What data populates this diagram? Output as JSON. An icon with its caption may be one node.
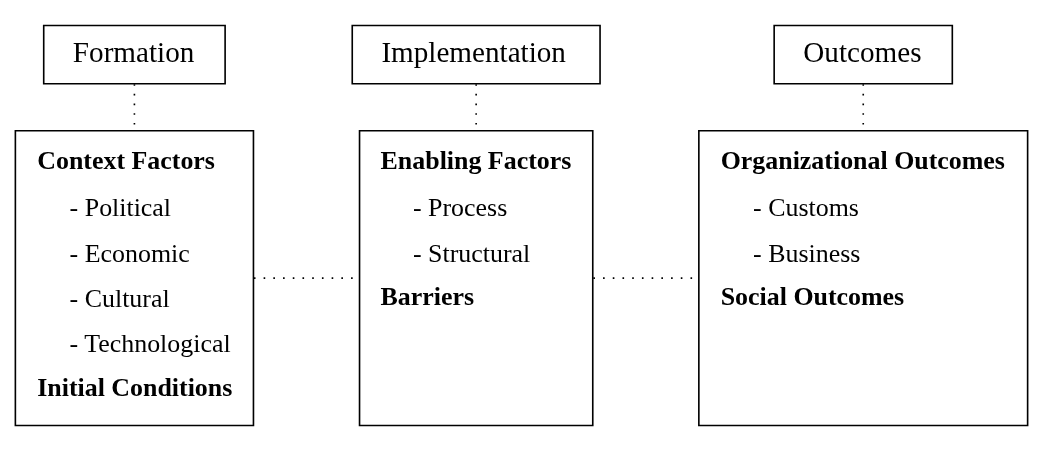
{
  "diagram": {
    "nodes": [
      {
        "text": [
          "Formation"
        ]
      },
      {
        "text": [
          "Implementation"
        ]
      },
      {
        "text": [
          "Outcomes"
        ]
      },
      {
        "text": [
          "Context Factors",
          "- Political",
          "- Economic",
          "- Cultural",
          "- Technological",
          "Initial Conditions"
        ]
      },
      {
        "text": [
          "Enabling Factors",
          "- Process",
          "- Structural",
          "Barriers"
        ]
      },
      {
        "text": [
          "Organizational Outcomes",
          "- Customs",
          "- Business",
          "Social Outcomes"
        ]
      }
    ],
    "edges": [
      {
        "from": 0,
        "to": 3,
        "arrow": "none",
        "style": "dashed"
      },
      {
        "from": 1,
        "to": 4,
        "arrow": "none",
        "style": "dashed"
      },
      {
        "from": 2,
        "to": 5,
        "arrow": "none",
        "style": "dashed"
      },
      {
        "from": 3,
        "to": 4,
        "arrow": "none",
        "style": "dashed"
      },
      {
        "from": 4,
        "to": 5,
        "arrow": "none",
        "style": "dashed"
      }
    ]
  }
}
